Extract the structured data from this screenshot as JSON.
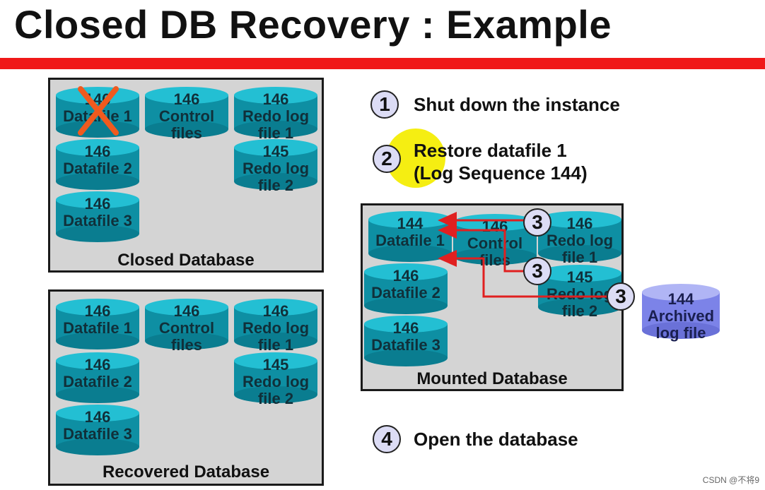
{
  "title": "Closed DB Recovery : Example",
  "panels": {
    "closed": {
      "label": "Closed Database",
      "datafile1": [
        "146",
        "Datafile 1"
      ],
      "datafile2": [
        "146",
        "Datafile 2"
      ],
      "datafile3": [
        "146",
        "Datafile 3"
      ],
      "control": [
        "146",
        "Control",
        "files"
      ],
      "redo1": [
        "146",
        "Redo log",
        "file 1"
      ],
      "redo2": [
        "145",
        "Redo log",
        "file 2"
      ]
    },
    "recovered": {
      "label": "Recovered Database",
      "datafile1": [
        "146",
        "Datafile 1"
      ],
      "datafile2": [
        "146",
        "Datafile 2"
      ],
      "datafile3": [
        "146",
        "Datafile 3"
      ],
      "control": [
        "146",
        "Control",
        "files"
      ],
      "redo1": [
        "146",
        "Redo log",
        "file 1"
      ],
      "redo2": [
        "145",
        "Redo log",
        "file 2"
      ]
    },
    "mounted": {
      "label": "Mounted Database",
      "datafile1": [
        "144",
        "Datafile 1"
      ],
      "datafile2": [
        "146",
        "Datafile 2"
      ],
      "datafile3": [
        "146",
        "Datafile 3"
      ],
      "control": [
        "146",
        "Control",
        "files"
      ],
      "redo1": [
        "146",
        "Redo log",
        "file 1"
      ],
      "redo2": [
        "145",
        "Redo log",
        "file 2"
      ]
    }
  },
  "archived": [
    "144",
    "Archived",
    "log file"
  ],
  "steps": [
    {
      "num": "1",
      "text": "Shut down the instance"
    },
    {
      "num": "2",
      "text": "Restore datafile 1",
      "text2": "(Log Sequence 144)"
    },
    {
      "num": "3"
    },
    {
      "num": "4",
      "text": "Open the database"
    }
  ],
  "watermark": "CSDN @不将9",
  "colors": {
    "accent_bar": "#f01818",
    "cylinder": "#0e8fa3",
    "archived": "#7c83e8",
    "arrow": "#e02020",
    "highlight": "#f5ee12",
    "mark": "#f05a1e"
  }
}
